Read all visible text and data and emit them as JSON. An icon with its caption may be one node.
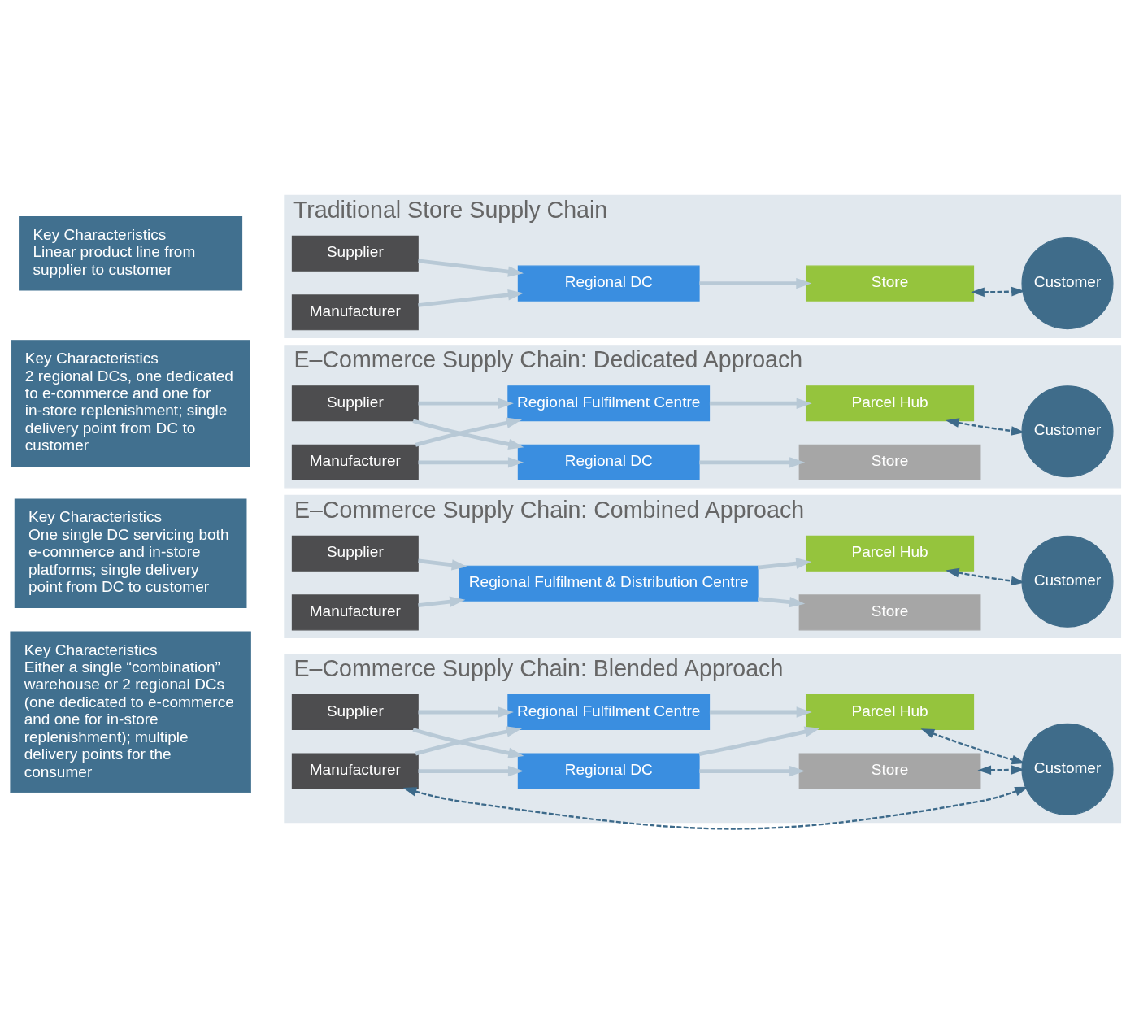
{
  "diagram": {
    "nodes": [
      {
        "text": [
          "Key Characteristics",
          "Linear product line from supplier to customer"
        ]
      },
      {
        "text": [
          "Traditional Store Supply Chain"
        ]
      },
      {
        "text": [
          "Supplier"
        ],
        "in": 1
      },
      {
        "text": [
          "Manufacturer"
        ],
        "in": 1
      },
      {
        "text": [
          "Regional DC"
        ],
        "in": 1
      },
      {
        "text": [
          "Store"
        ],
        "in": 1
      },
      {
        "text": [
          "Customer"
        ],
        "in": 1
      },
      {
        "text": [
          "Key Characteristics",
          "2 regional DCs, one dedicated to e-commerce and one for in-store replenishment; single delivery point from DC to customer"
        ]
      },
      {
        "text": [
          "E–Commerce Supply Chain: Dedicated Approach"
        ]
      },
      {
        "text": [
          "Supplier"
        ],
        "in": 8
      },
      {
        "text": [
          "Manufacturer"
        ],
        "in": 8
      },
      {
        "text": [
          "Store"
        ],
        "in": 8
      },
      {
        "text": [
          "Regional DC"
        ],
        "in": 8
      },
      {
        "text": [
          "Regional Fulfilment Centre"
        ],
        "in": 8
      },
      {
        "text": [
          "Parcel Hub"
        ],
        "in": 8
      },
      {
        "text": [
          "Customer"
        ],
        "in": 8
      },
      {
        "text": [
          "Key Characteristics",
          "One single DC servicing both e-commerce and in-store platforms; single delivery point from DC to customer"
        ]
      },
      {
        "text": [
          "E–Commerce Supply Chain: Combined Approach"
        ]
      },
      {
        "text": [
          "Supplier"
        ],
        "in": 17
      },
      {
        "text": [
          "Manufacturer"
        ],
        "in": 17
      },
      {
        "text": [
          "Store"
        ],
        "in": 17
      },
      {
        "text": [
          "Regional Fulfilment & Distribution Centre"
        ],
        "in": 17
      },
      {
        "text": [
          "Parcel Hub"
        ],
        "in": 17
      },
      {
        "text": [
          "Customer"
        ],
        "in": 17
      },
      {
        "text": [
          "Key Characteristics",
          "Either a single “combination” warehouse or 2 regional DCs (one dedicated to e-commerce and one for in-store replenishment); multiple delivery points for the consumer"
        ]
      },
      {
        "text": [
          "E–Commerce Supply Chain: Blended Approach"
        ]
      },
      {
        "text": [
          "Supplier"
        ],
        "in": 25
      },
      {
        "text": [
          "Manufacturer"
        ],
        "in": 25
      },
      {
        "text": [
          "Store"
        ],
        "in": 25
      },
      {
        "text": [
          "Regional DC"
        ],
        "in": 25
      },
      {
        "text": [
          "Regional Fulfilment Centre"
        ],
        "in": 25
      },
      {
        "text": [
          "Parcel Hub"
        ],
        "in": 25
      },
      {
        "text": [
          "Customer"
        ],
        "in": 25
      }
    ],
    "edges": [
      {
        "from": 2,
        "to": 4,
        "arrow": "to"
      },
      {
        "from": 3,
        "to": 4,
        "arrow": "to"
      },
      {
        "from": 4,
        "to": 5,
        "arrow": "to"
      },
      {
        "from": 5,
        "to": 6,
        "arrow": "both",
        "style": "dashed",
        "color": "#3d6a8a"
      },
      {
        "from": 9,
        "to": 12,
        "arrow": "to"
      },
      {
        "from": 9,
        "to": 13,
        "arrow": "to"
      },
      {
        "from": 10,
        "to": 12,
        "arrow": "to"
      },
      {
        "from": 10,
        "to": 13,
        "arrow": "to"
      },
      {
        "from": 12,
        "to": 11,
        "arrow": "to"
      },
      {
        "from": 13,
        "to": 14,
        "arrow": "to"
      },
      {
        "from": 14,
        "to": 15,
        "arrow": "both",
        "style": "dashed",
        "color": "#3d6a8a"
      },
      {
        "from": 18,
        "to": 21,
        "arrow": "to"
      },
      {
        "from": 19,
        "to": 21,
        "arrow": "to"
      },
      {
        "from": 21,
        "to": 20,
        "arrow": "to"
      },
      {
        "from": 21,
        "to": 22,
        "arrow": "to"
      },
      {
        "from": 22,
        "to": 23,
        "arrow": "both",
        "style": "dashed",
        "color": "#3d6a8a"
      },
      {
        "from": 26,
        "to": 29,
        "arrow": "to"
      },
      {
        "from": 26,
        "to": 30,
        "arrow": "to"
      },
      {
        "from": 27,
        "to": 29,
        "arrow": "to"
      },
      {
        "from": 27,
        "to": 30,
        "arrow": "to"
      },
      {
        "from": 29,
        "to": 28,
        "arrow": "to"
      },
      {
        "from": 29,
        "to": 31,
        "arrow": "to"
      },
      {
        "from": 30,
        "to": 31,
        "arrow": "to"
      },
      {
        "from": 31,
        "to": 32,
        "arrow": "both",
        "style": "dashed",
        "color": "#3d6a8a"
      },
      {
        "from": 32,
        "to": 28,
        "arrow": "both",
        "style": "dashed",
        "color": "#3d6a8a"
      },
      {
        "from": 32,
        "to": 27,
        "arrow": "both",
        "style": "dashed",
        "color": "#3d6a8a"
      }
    ]
  }
}
